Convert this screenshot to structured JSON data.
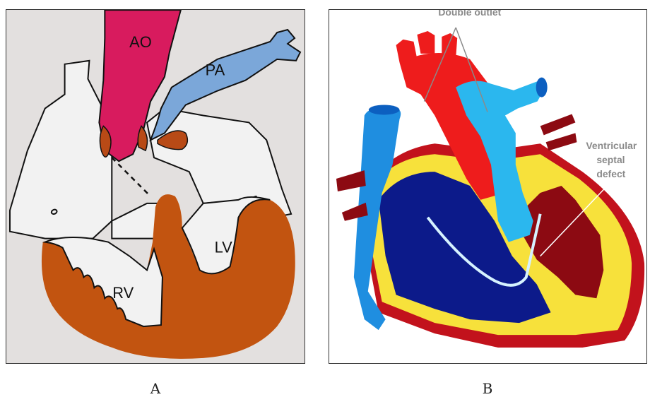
{
  "panel_a": {
    "labels": {
      "ao": "AO",
      "pa": "PA",
      "lv": "LV",
      "rv": "RV"
    },
    "caption": "A"
  },
  "panel_b": {
    "annotations": {
      "double_outlet": "Double outlet",
      "vsd_line1": "Ventricular",
      "vsd_line2": "septal",
      "vsd_line3": "defect"
    },
    "caption": "B"
  },
  "colors": {
    "aorta_a": "#d81b5e",
    "pulmonary_a": "#7ba7d9",
    "ventricle_a": "#c25410",
    "background_a": "#e3e0df",
    "aorta_b": "#ee1c1c",
    "pulmonary_b": "#2bb7ee",
    "vein_b": "#1f8ee0",
    "ventricle_b": "#0c1a8a",
    "myocardium_b": "#f7e13b",
    "dark_red_b": "#8c0a12"
  }
}
